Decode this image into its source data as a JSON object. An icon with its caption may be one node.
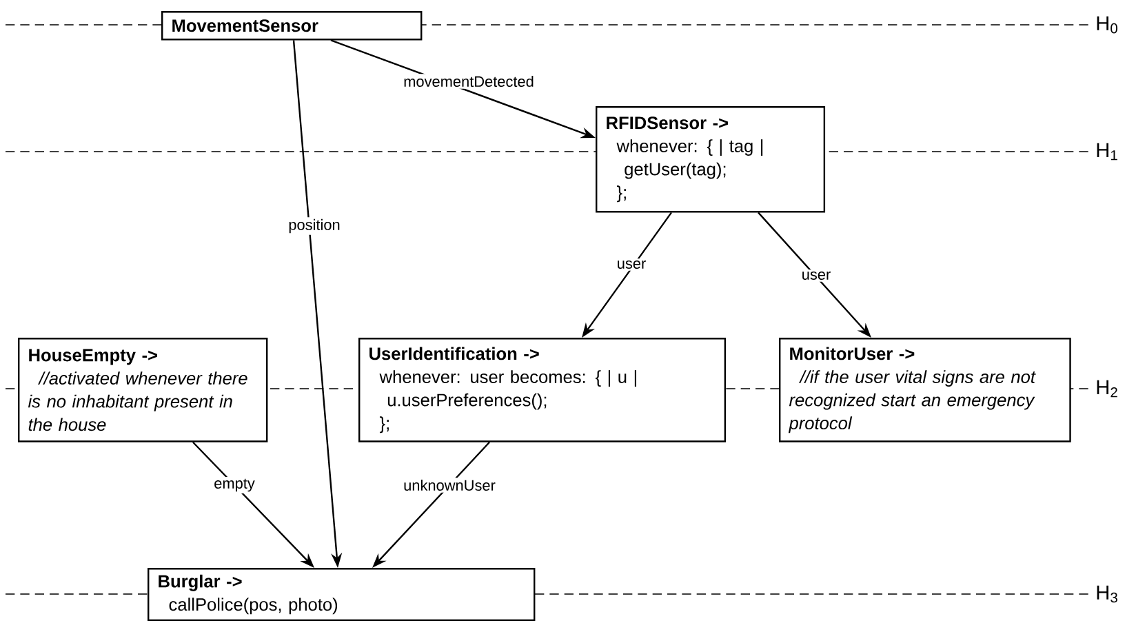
{
  "diagram": {
    "nodes": [
      {
        "text": [
          "MovementSensor"
        ]
      },
      {
        "text": [
          "RFIDSensor ->",
          "whenever: { | tag |",
          "getUser(tag);",
          "};"
        ]
      },
      {
        "text": [
          "HouseEmpty ->",
          "//activated whenever there is no inhabitant present in the house"
        ]
      },
      {
        "text": [
          "UserIdentification ->",
          "whenever: user becomes: { | u |",
          "u.userPreferences();",
          "};"
        ]
      },
      {
        "text": [
          "MonitorUser ->",
          "//if the user vital signs are not recognized start an emergency protocol"
        ]
      },
      {
        "text": [
          "Burglar ->",
          "callPolice(pos, photo)"
        ]
      }
    ],
    "edges": [
      {
        "from": 0,
        "to": 1,
        "arrow": "to",
        "label": "movementDetected"
      },
      {
        "from": 0,
        "to": 5,
        "arrow": "to",
        "label": "position"
      },
      {
        "from": 1,
        "to": 3,
        "arrow": "to",
        "label": "user"
      },
      {
        "from": 1,
        "to": 4,
        "arrow": "to",
        "label": "user"
      },
      {
        "from": 2,
        "to": 5,
        "arrow": "to",
        "label": "empty"
      },
      {
        "from": 3,
        "to": 5,
        "arrow": "to",
        "label": "unknownUser"
      }
    ],
    "labels": [
      "H$_{0}$",
      "H$_{1}$",
      "H$_{2}$",
      "H$_{3}$"
    ]
  }
}
